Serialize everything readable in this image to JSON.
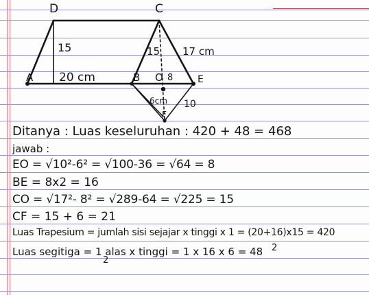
{
  "figure": {
    "points": {
      "D": "D",
      "C": "C",
      "A": "A",
      "B": "B",
      "O": "O",
      "E": "E",
      "F": "F"
    },
    "labels": {
      "height_left": "15",
      "height_right": "15",
      "side": "17 cm",
      "base": "20 cm",
      "half_diagonal": "6cm",
      "side_f": "10",
      "oe": "8"
    }
  },
  "lines": {
    "ditanya": "Ditanya : Luas keseluruhan : 420 + 48 = 468",
    "jawab": "jawab :",
    "eo": "EO = √10²-6² = √100-36 = √64 = 8",
    "be": "BE = 8x2 = 16",
    "co": "CO = √17²- 8² = √289-64 = √225 = 15",
    "cf": "CF = 15 + 6 = 21",
    "trapezium": "Luas Trapesium = jumlah sisi sejajar x tinggi x 1 = (20+16)x15 = 420",
    "segitiga": "Luas segitiga = 1 alas x tinggi = 1 x 16 x 6 = 48",
    "sup2": "2",
    "denom": "2"
  },
  "colors": {
    "ink": "#161616",
    "rule": "#8c93d6",
    "margin": "#e2858d"
  }
}
